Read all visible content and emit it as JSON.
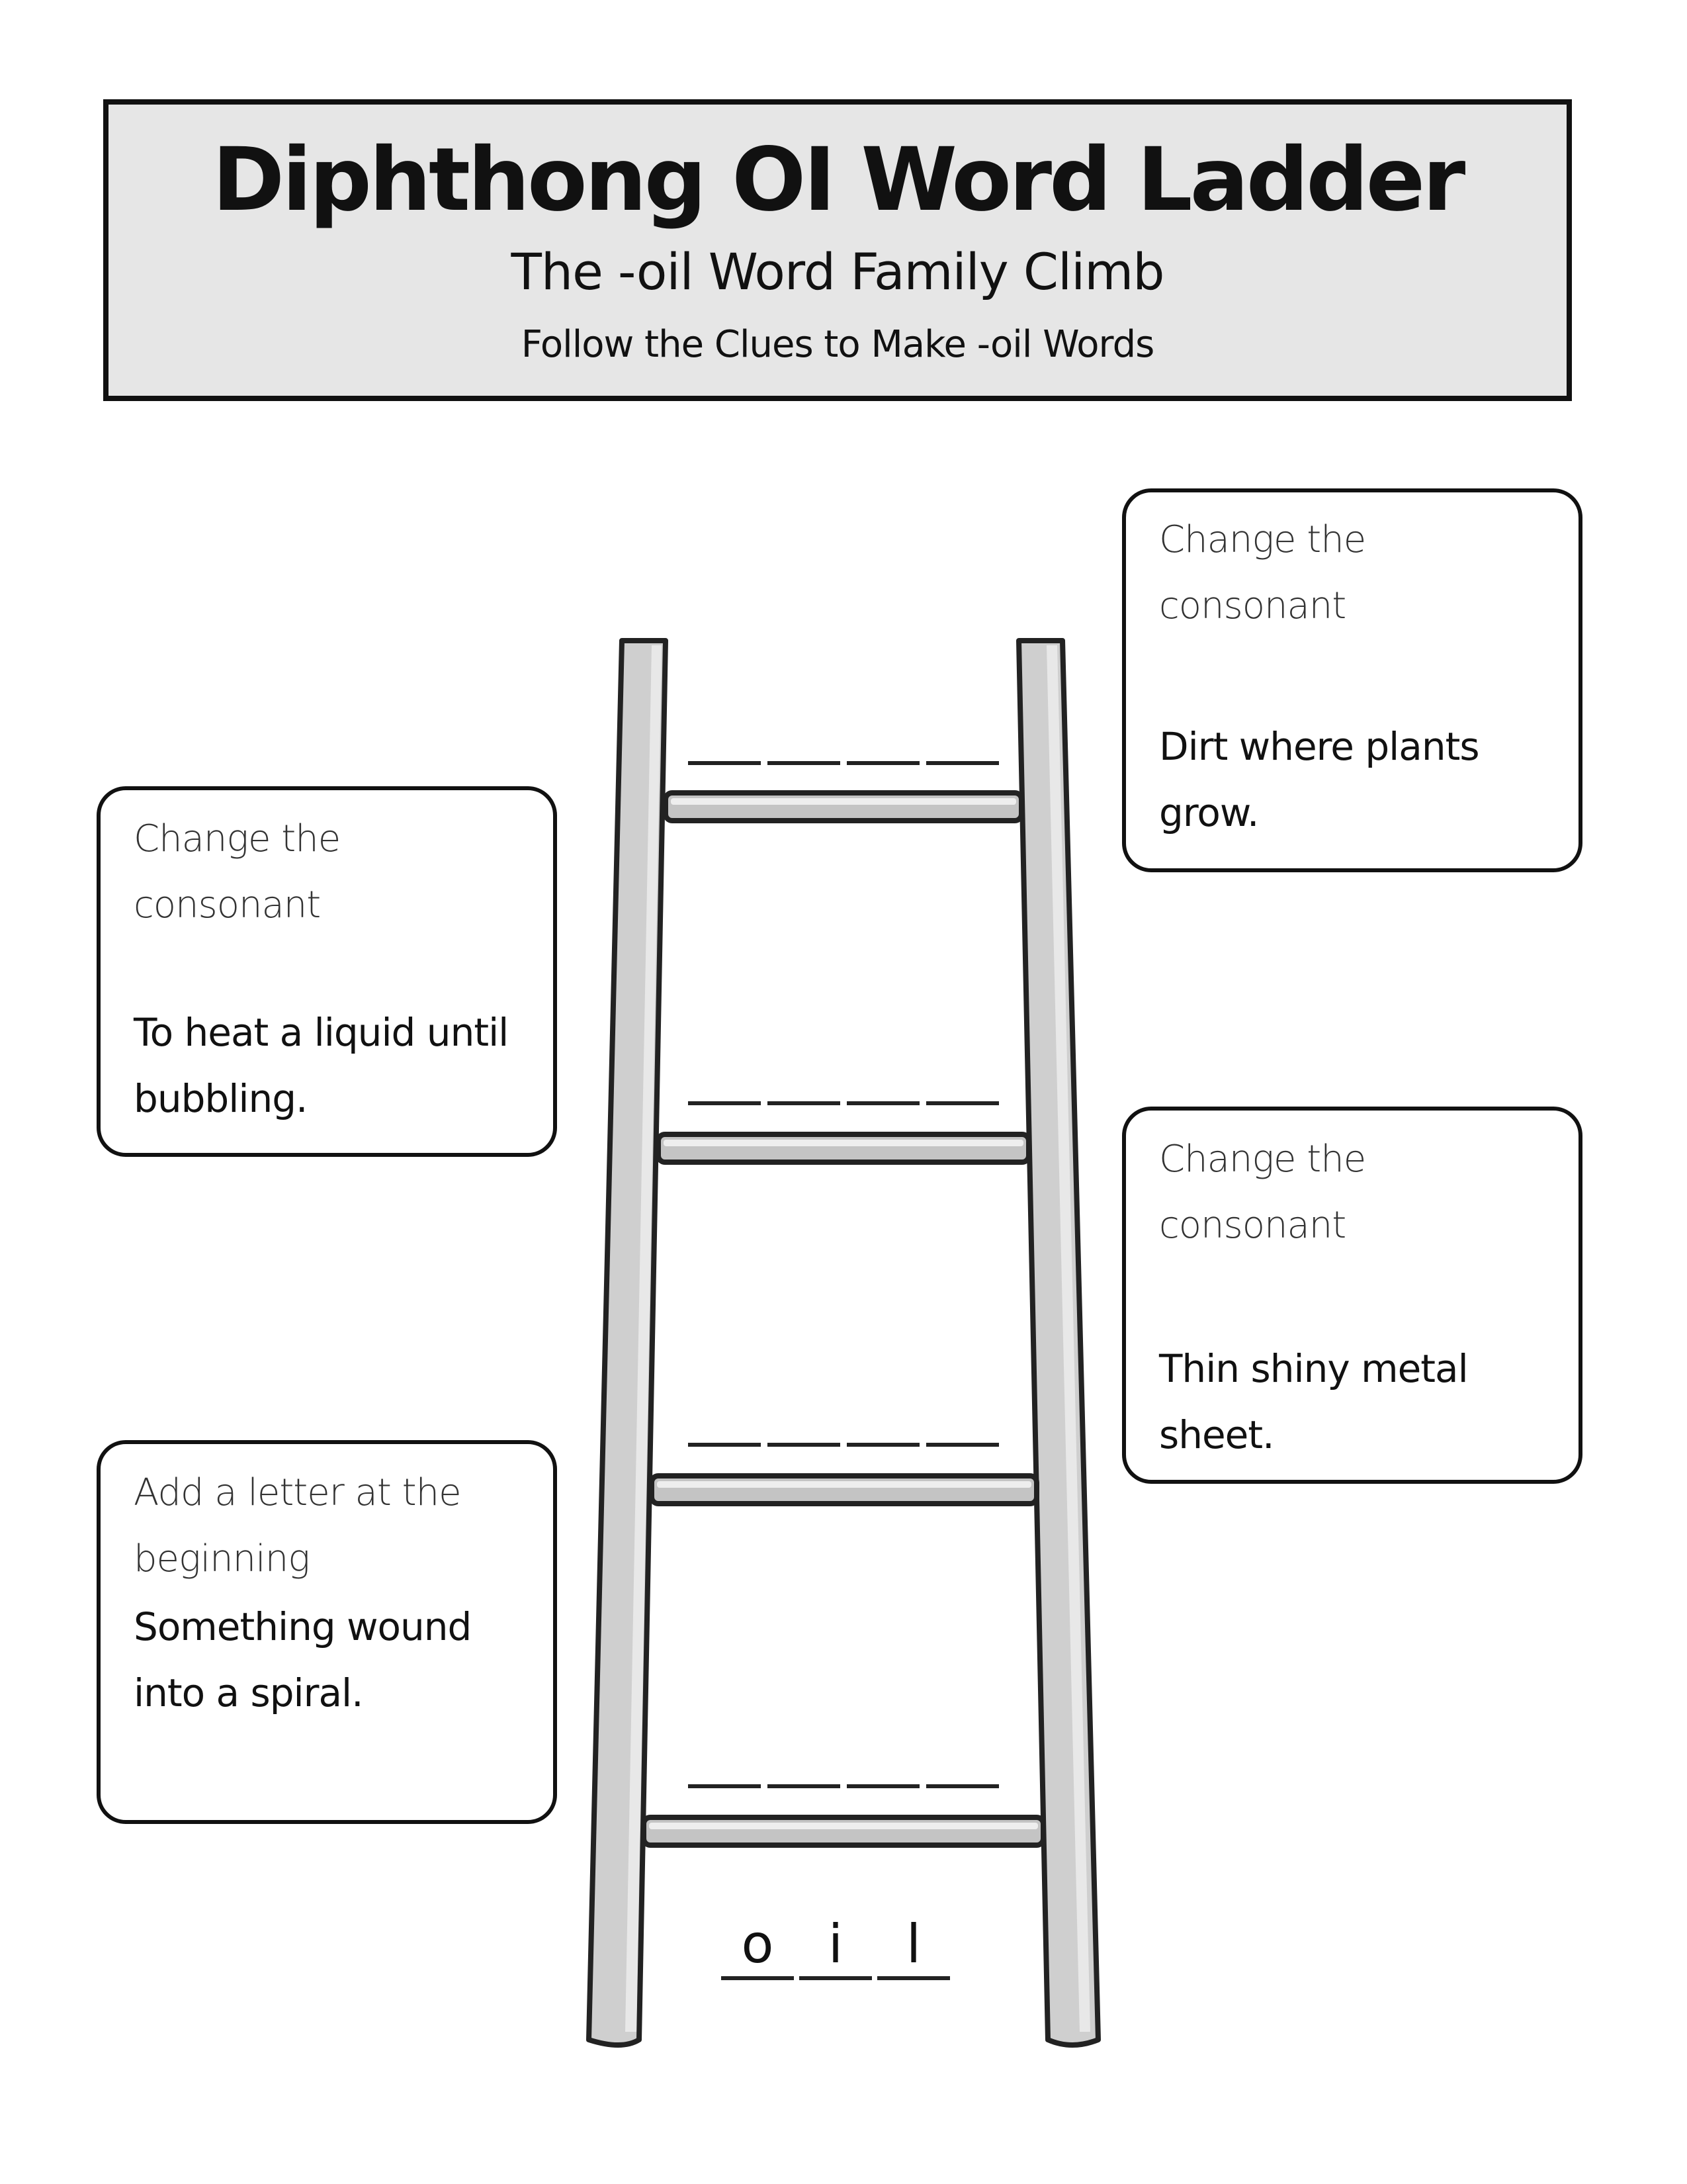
{
  "header": {
    "title": "Diphthong OI Word Ladder",
    "subtitle": "The -oil Word Family Climb",
    "instruction": "Follow the Clues to Make -oil Words"
  },
  "clues": {
    "soil": {
      "label": "Change the consonant",
      "text": "Dirt where plants grow."
    },
    "boil": {
      "label": "Change the consonant",
      "text": "To heat a liquid until bubbling."
    },
    "foil": {
      "label": "Change the consonant",
      "text": "Thin shiny metal sheet."
    },
    "coil": {
      "label": "Add a letter at the beginning",
      "text": "Something wound into a spiral."
    }
  },
  "start_word": {
    "letters": [
      "o",
      "i",
      "l"
    ]
  }
}
